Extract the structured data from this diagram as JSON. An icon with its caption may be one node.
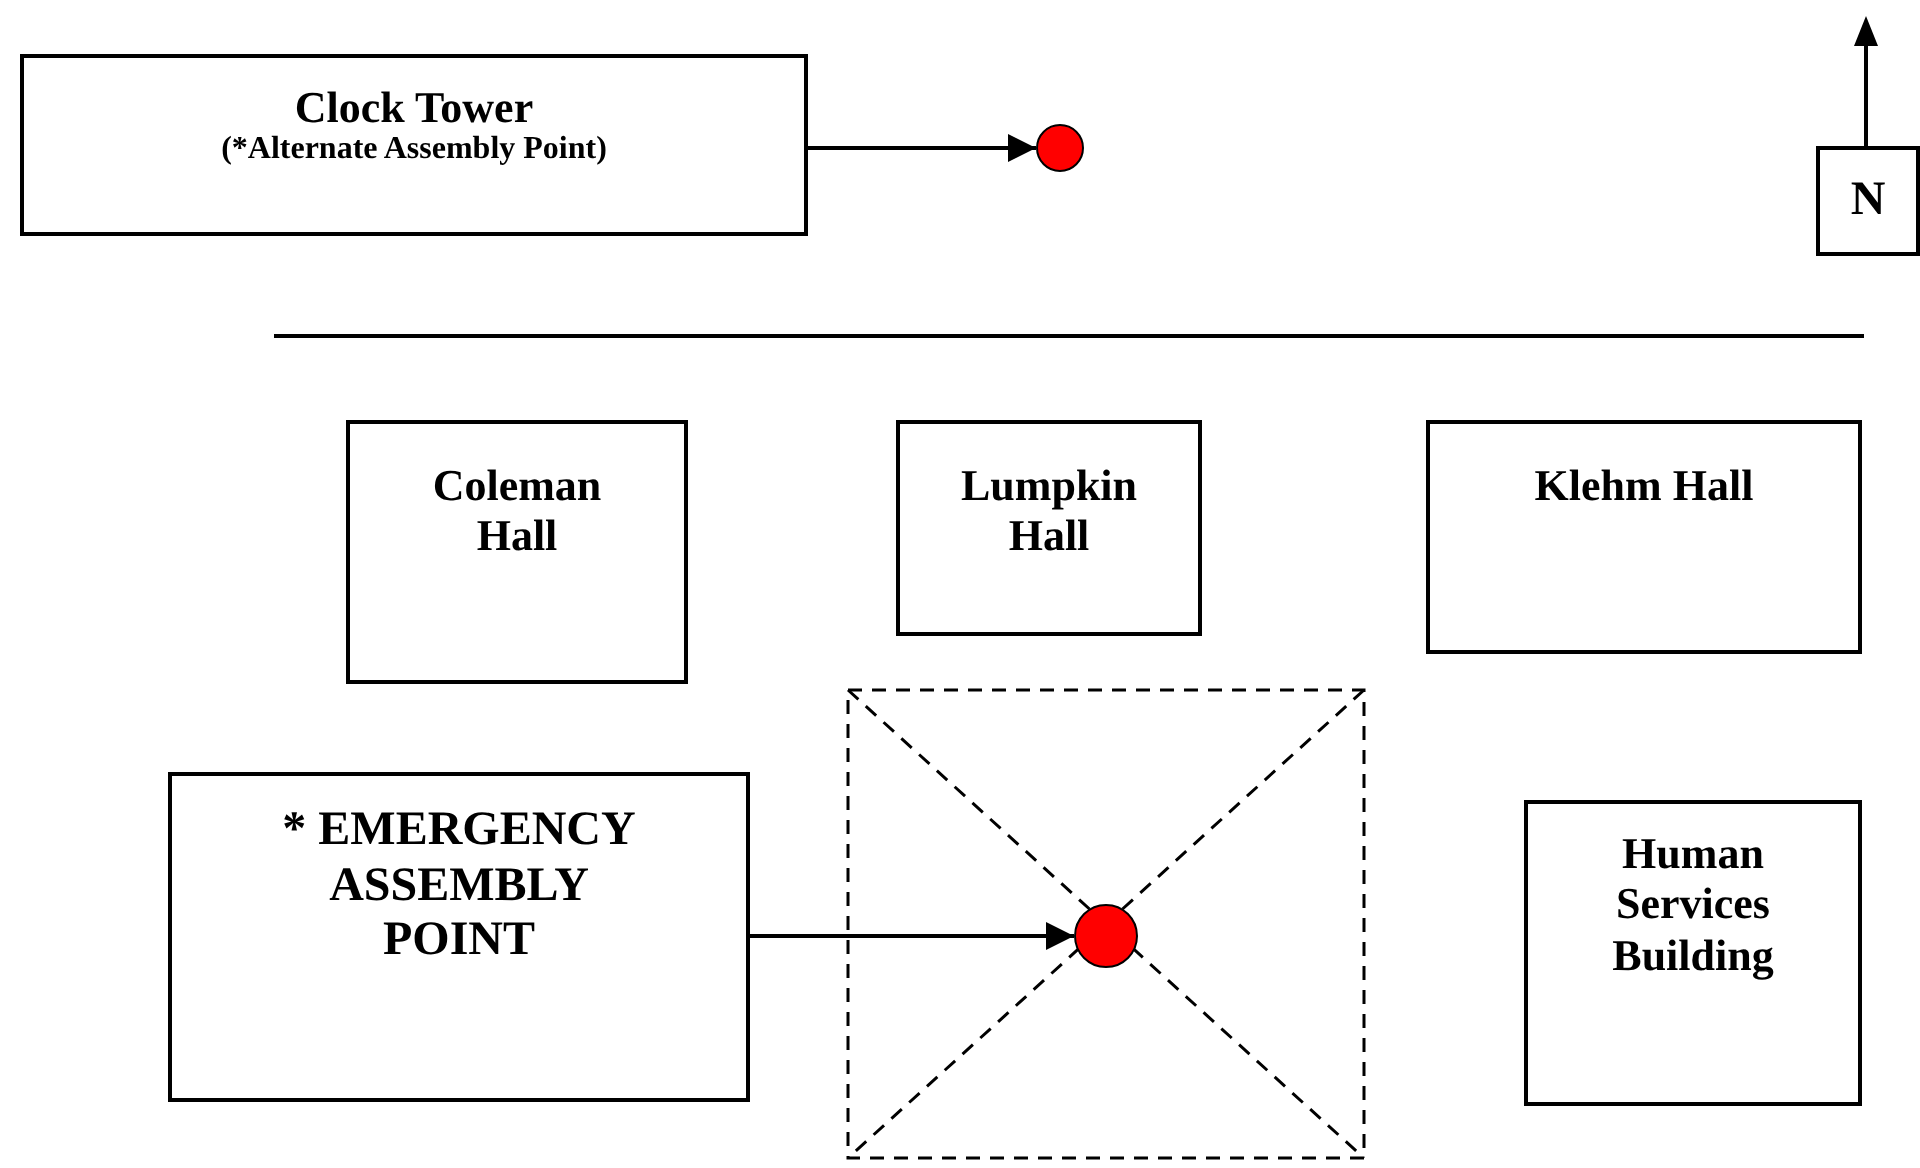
{
  "diagram": {
    "nodes": [
      {
        "text": [
          "Clock Tower",
          "(*Alternate Assembly Point)"
        ]
      },
      {
        "text": [],
        "shape": "circle"
      },
      {
        "text": [
          "N"
        ]
      },
      {
        "text": [
          "Coleman Hall"
        ]
      },
      {
        "text": [
          "Lumpkin Hall"
        ]
      },
      {
        "text": [
          "Klehm Hall"
        ]
      },
      {
        "text": [
          "* EMERGENCY ASSEMBLY POINT"
        ]
      },
      {
        "text": [],
        "shape": "box"
      },
      {
        "text": [],
        "shape": "circle",
        "in": 7
      },
      {
        "text": [
          "Human Services Building"
        ]
      }
    ],
    "edges": [
      {
        "from": 0,
        "to": 1,
        "arrow": "to"
      },
      {
        "from": 6,
        "to": 8,
        "arrow": "to"
      }
    ]
  }
}
